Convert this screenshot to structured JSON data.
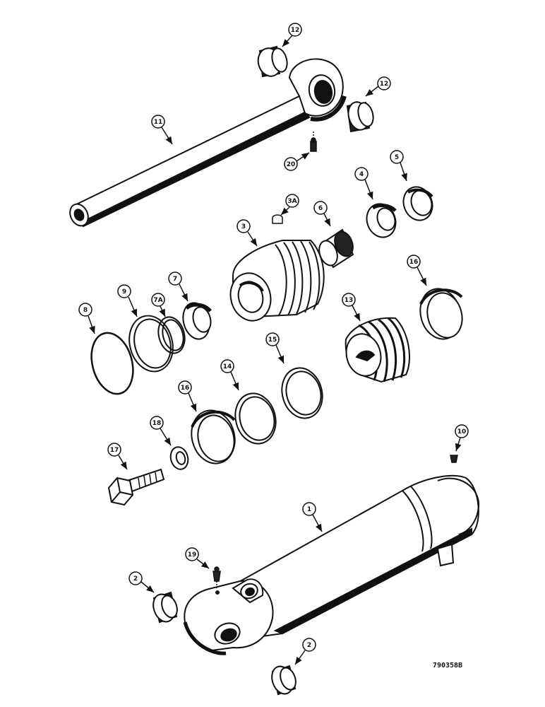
{
  "drawing_code": "790358B",
  "callouts": {
    "c12a": "12",
    "c12b": "12",
    "c11": "11",
    "c20": "20",
    "c3a": "3A",
    "c3": "3",
    "c6": "6",
    "c4": "4",
    "c5": "5",
    "c16a": "16",
    "c7": "7",
    "c7a": "7A",
    "c9": "9",
    "c8": "8",
    "c13": "13",
    "c15": "15",
    "c14": "14",
    "c16b": "16",
    "c18": "18",
    "c17": "17",
    "c10": "10",
    "c1": "1",
    "c19": "19",
    "c2a": "2",
    "c2b": "2"
  }
}
